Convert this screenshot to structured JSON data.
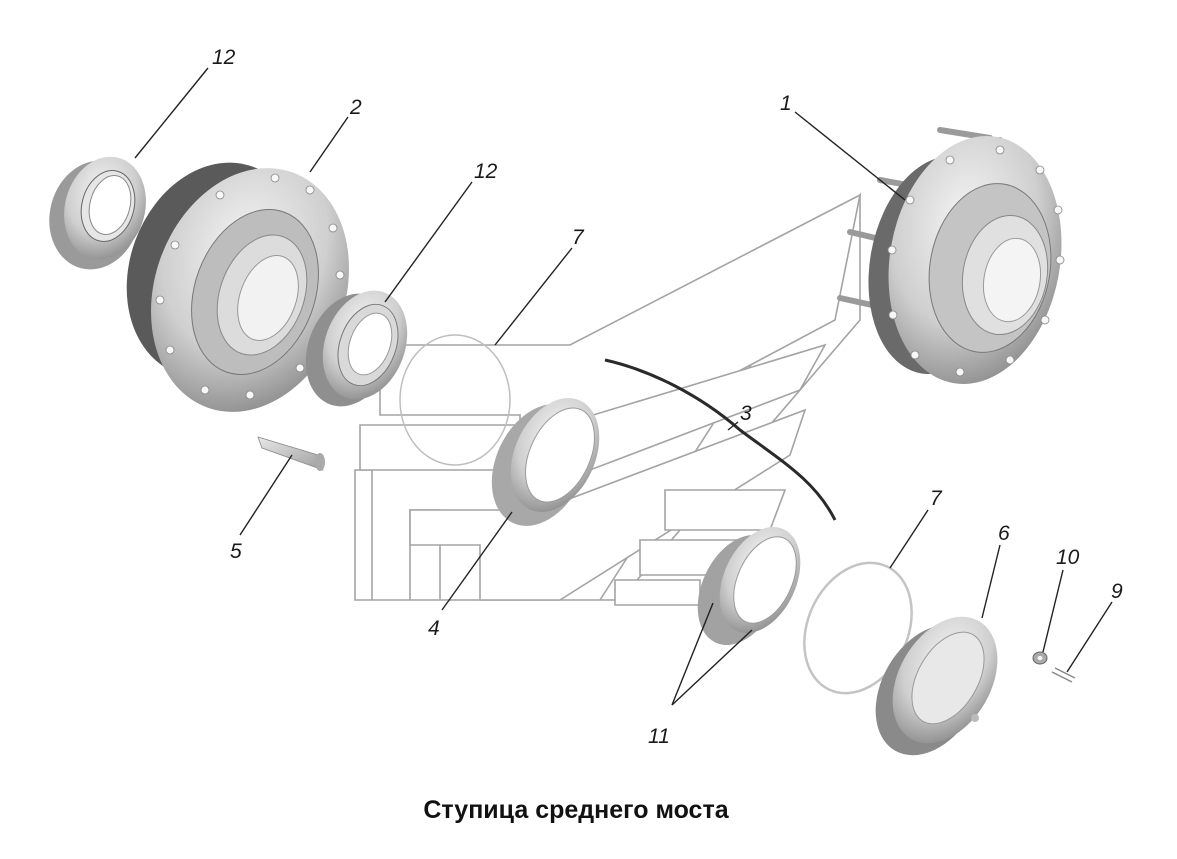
{
  "title": "Ступица среднего моста",
  "callouts": [
    {
      "id": "c12a",
      "text": "12"
    },
    {
      "id": "c2",
      "text": "2"
    },
    {
      "id": "c12b",
      "text": "12"
    },
    {
      "id": "c7a",
      "text": "7"
    },
    {
      "id": "c1",
      "text": "1"
    },
    {
      "id": "c3",
      "text": "3"
    },
    {
      "id": "c5",
      "text": "5"
    },
    {
      "id": "c4",
      "text": "4"
    },
    {
      "id": "c7b",
      "text": "7"
    },
    {
      "id": "c6",
      "text": "6"
    },
    {
      "id": "c10",
      "text": "10"
    },
    {
      "id": "c9",
      "text": "9"
    },
    {
      "id": "c11",
      "text": "11"
    }
  ]
}
